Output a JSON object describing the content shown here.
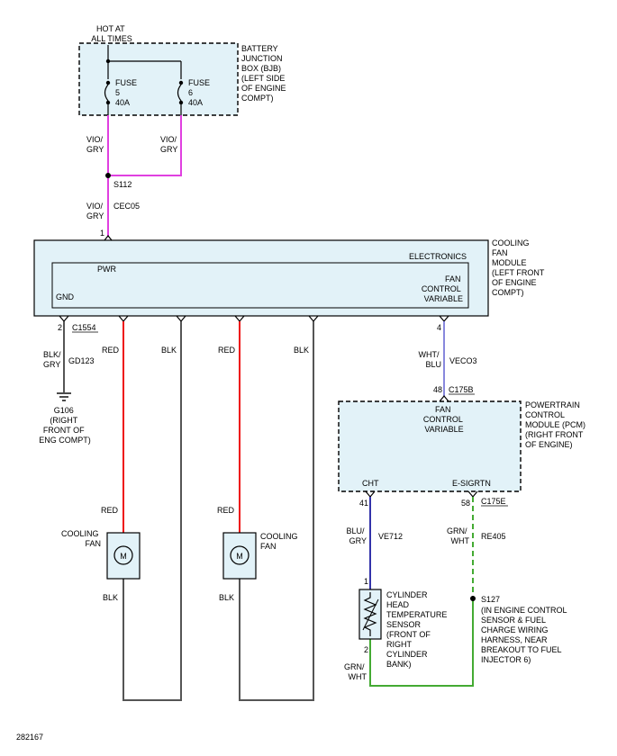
{
  "doc_id": "282167",
  "colors": {
    "vio_gry": "#e040e0",
    "red": "#ee1111",
    "blk": "#555555",
    "wht_blu": "#8888dd",
    "blu_gry": "#3333aa",
    "grn_wht": "#44aa33"
  },
  "hot_at_all_times": [
    "HOT AT",
    "ALL TIMES"
  ],
  "bjb": {
    "label": [
      "BATTERY",
      "JUNCTION",
      "BOX (BJB)",
      "(LEFT SIDE",
      "OF ENGINE",
      "COMPT)"
    ],
    "fuse5": [
      "FUSE",
      "5",
      "40A"
    ],
    "fuse6": [
      "FUSE",
      "6",
      "40A"
    ]
  },
  "wires": {
    "fuse5_color": [
      "VIO/",
      "GRY"
    ],
    "fuse6_color": [
      "VIO/",
      "GRY"
    ],
    "splice_s112": "S112",
    "cec05_color": [
      "VIO/",
      "GRY"
    ],
    "cec05_circuit": "CEC05",
    "pin_pwr": "1",
    "gnd_color": [
      "BLK/",
      "GRY"
    ],
    "gnd_circuit": "GD123",
    "gnd_pin": "2",
    "c1554": "C1554",
    "fan1_red": "RED",
    "fan1_blk": "BLK",
    "fan2_red": "RED",
    "fan2_blk": "BLK",
    "veco3_color": [
      "WHT/",
      "BLU"
    ],
    "veco3_circuit": "VECO3",
    "veco3_pin_cfm": "4",
    "veco3_pin_pcm": "48",
    "c175b": "C175B",
    "cht_pin": "41",
    "esig_pin": "58",
    "c175e": "C175E",
    "ve712_color": [
      "BLU/",
      "GRY"
    ],
    "ve712_circuit": "VE712",
    "re405_color": [
      "GRN/",
      "WHT"
    ],
    "re405_circuit": "RE405",
    "s127": "S127",
    "s127_desc": [
      "(IN ENGINE CONTROL",
      "SENSOR & FUEL",
      "CHARGE WIRING",
      "HARNESS, NEAR",
      "BREAKOUT TO FUEL",
      "INJECTOR 6)"
    ],
    "chts_pin1": "1",
    "chts_pin2": "2",
    "chts_bottom_color": [
      "GRN/",
      "WHT"
    ]
  },
  "cfm": {
    "label": [
      "COOLING",
      "FAN",
      "MODULE",
      "(LEFT FRONT",
      "OF ENGINE",
      "COMPT)"
    ],
    "electronics": "ELECTRONICS",
    "pwr": "PWR",
    "gnd": "GND",
    "fan_control_variable": [
      "FAN",
      "CONTROL",
      "VARIABLE"
    ]
  },
  "ground": {
    "label": [
      "G106",
      "(RIGHT",
      "FRONT OF",
      "ENG COMPT)"
    ]
  },
  "fan1": {
    "red_top": "RED",
    "blk_bottom": "BLK",
    "label": [
      "COOLING",
      "FAN"
    ],
    "motor": "M"
  },
  "fan2": {
    "red_top": "RED",
    "blk_bottom": "BLK",
    "label": [
      "COOLING",
      "FAN"
    ],
    "motor": "M"
  },
  "pcm": {
    "label": [
      "POWERTRAIN",
      "CONTROL",
      "MODULE (PCM)",
      "(RIGHT FRONT",
      "OF ENGINE)"
    ],
    "fan_control_variable": [
      "FAN",
      "CONTROL",
      "VARIABLE"
    ],
    "cht": "CHT",
    "esigrtn": "E-SIGRTN"
  },
  "chts": {
    "label": [
      "CYLINDER",
      "HEAD",
      "TEMPERATURE",
      "SENSOR",
      "(FRONT OF",
      "RIGHT",
      "CYLINDER",
      "BANK)"
    ]
  }
}
